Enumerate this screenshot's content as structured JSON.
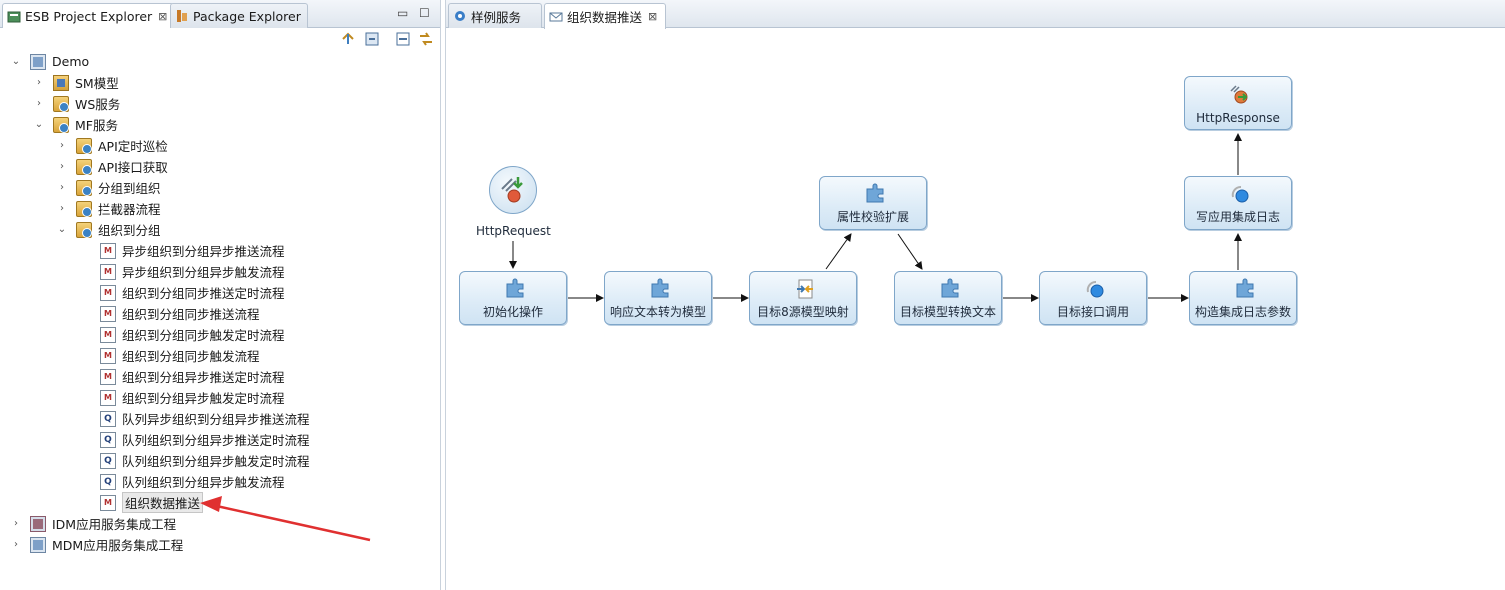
{
  "left_panel": {
    "tabs": [
      {
        "label": "ESB Project Explorer",
        "close": "⊠",
        "active": true
      },
      {
        "label": "Package Explorer",
        "active": false
      }
    ],
    "minimize": "▭",
    "maximize": "☐"
  },
  "tree": [
    {
      "label": "Demo",
      "twisty": "⌄",
      "icon": "project-icon",
      "level": 0
    },
    {
      "label": "SM模型",
      "twisty": "›",
      "icon": "sm-model-icon",
      "level": 1
    },
    {
      "label": "WS服务",
      "twisty": "›",
      "icon": "package-icon",
      "level": 1
    },
    {
      "label": "MF服务",
      "twisty": "⌄",
      "icon": "package-icon",
      "level": 1
    },
    {
      "label": "API定时巡检",
      "twisty": "›",
      "icon": "package-icon",
      "level": 2
    },
    {
      "label": "API接口获取",
      "twisty": "›",
      "icon": "package-icon",
      "level": 2
    },
    {
      "label": "分组到组织",
      "twisty": "›",
      "icon": "package-icon",
      "level": 2
    },
    {
      "label": "拦截器流程",
      "twisty": "›",
      "icon": "package-icon",
      "level": 2
    },
    {
      "label": "组织到分组",
      "twisty": "⌄",
      "icon": "package-icon",
      "level": 2
    },
    {
      "label": "异步组织到分组异步推送流程",
      "twisty": "",
      "icon": "flow-icon",
      "level": 3
    },
    {
      "label": "异步组织到分组异步触发流程",
      "twisty": "",
      "icon": "flow-icon",
      "level": 3
    },
    {
      "label": "组织到分组同步推送定时流程",
      "twisty": "",
      "icon": "flow-icon",
      "level": 3
    },
    {
      "label": "组织到分组同步推送流程",
      "twisty": "",
      "icon": "flow-icon",
      "level": 3
    },
    {
      "label": "组织到分组同步触发定时流程",
      "twisty": "",
      "icon": "flow-icon",
      "level": 3
    },
    {
      "label": "组织到分组同步触发流程",
      "twisty": "",
      "icon": "flow-icon",
      "level": 3
    },
    {
      "label": "组织到分组异步推送定时流程",
      "twisty": "",
      "icon": "flow-icon",
      "level": 3
    },
    {
      "label": "组织到分组异步触发定时流程",
      "twisty": "",
      "icon": "flow-icon",
      "level": 3
    },
    {
      "label": "队列异步组织到分组异步推送流程",
      "twisty": "",
      "icon": "queue-icon",
      "level": 3
    },
    {
      "label": "队列组织到分组异步推送定时流程",
      "twisty": "",
      "icon": "queue-icon",
      "level": 3
    },
    {
      "label": "队列组织到分组异步触发定时流程",
      "twisty": "",
      "icon": "queue-icon",
      "level": 3
    },
    {
      "label": "队列组织到分组异步触发流程",
      "twisty": "",
      "icon": "queue-icon",
      "level": 3
    },
    {
      "label": "组织数据推送",
      "twisty": "",
      "icon": "flow-icon",
      "level": 3,
      "selected": true
    },
    {
      "label": "IDM应用服务集成工程",
      "twisty": "›",
      "icon": "idm-project-icon",
      "level": 0
    },
    {
      "label": "MDM应用服务集成工程",
      "twisty": "›",
      "icon": "project-icon",
      "level": 0
    }
  ],
  "editor": {
    "tabs": [
      {
        "label": "样例服务",
        "active": false
      },
      {
        "label": "组织数据推送",
        "close": "⊠",
        "active": true
      }
    ]
  },
  "flow": {
    "start": {
      "label": "HttpRequest"
    },
    "nodes": {
      "init": "初始化操作",
      "resp2model": "响应文本转为模型",
      "map": "目标8源模型映射",
      "validate": "属性校验扩展",
      "model2text": "目标模型转换文本",
      "invoke": "目标接口调用",
      "logparams": "构造集成日志参数",
      "writelog": "写应用集成日志",
      "response": "HttpResponse"
    }
  },
  "colors": {
    "node_border": "#7fa6c9",
    "arrow_red": "#e03030"
  }
}
